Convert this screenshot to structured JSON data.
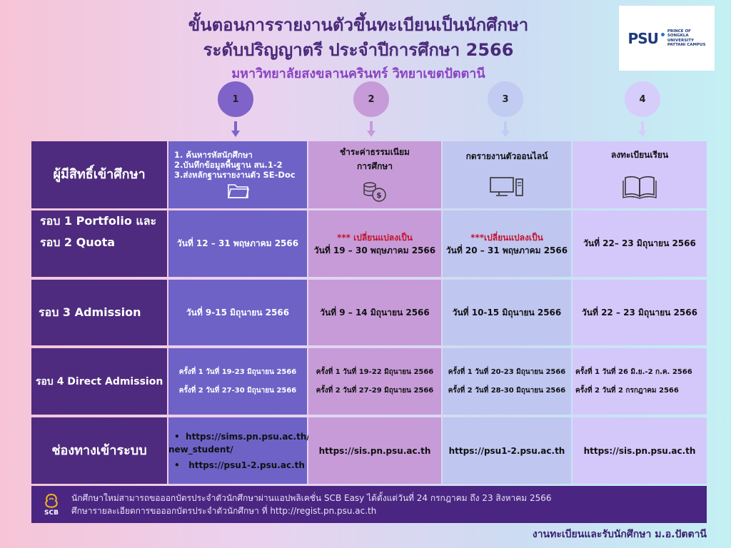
{
  "header": {
    "title_line1": "ขั้นตอนการรายงานตัวขึ้นทะเบียนเป็นนักศึกษา",
    "title_line2": "ระดับปริญญาตรี ประจำปีการศึกษา 2566",
    "subtitle": "มหาวิทยาลัยสงขลานครินทร์ วิทยาเขตปัตตานี"
  },
  "logo": {
    "mark": "PSU",
    "text_lines": [
      "PRINCE OF",
      "SONGKLA",
      "UNIVERSITY",
      "PATTANI CAMPUS"
    ]
  },
  "steps": [
    {
      "label": "1",
      "color": "#7f63c9"
    },
    {
      "label": "2",
      "color": "#c79bd8"
    },
    {
      "label": "3",
      "color": "#c2cbf1"
    },
    {
      "label": "4",
      "color": "#d6cdfb"
    }
  ],
  "header_row": {
    "label": "ผู้มีสิทธิ์เข้าศึกษา",
    "col1_lines": [
      "1. ค้นหารหัสนักศึกษา",
      "2.บันทึกข้อมูลพื้นฐาน สน.1-2",
      "3.ส่งหลักฐานรายงานตัว SE-Doc"
    ],
    "col2_lines": [
      "ชำระค่าธรรมเนียม",
      "การศึกษา"
    ],
    "col3": "กดรายงานตัวออนไลน์",
    "col4": "ลงทะเบียนเรียน"
  },
  "round12": {
    "label_line1": "รอบ 1 Portfolio และ",
    "label_line2": "รอบ 2 Quota",
    "col1": "วันที่ 12 – 31 พฤษภาคม 2566",
    "col2_note": "*** เปลี่ยนแปลงเป็น",
    "col2": "วันที่ 19 – 30 พฤษภาคม 2566",
    "col3_note": "***เปลี่ยนแปลงเป็น",
    "col3": "วันที่ 20 – 31 พฤษภาคม 2566",
    "col4": "วันที่ 22– 23 มิถุนายน 2566"
  },
  "round3": {
    "label": "รอบ 3  Admission",
    "col1": "วันที่ 9-15 มิถุนายน 2566",
    "col2": "วันที่ 9 – 14 มิถุนายน 2566",
    "col3": "วันที่ 10-15 มิถุนายน 2566",
    "col4": "วันที่ 22 – 23 มิถุนายน 2566"
  },
  "round4": {
    "label": "รอบ 4 Direct Admission",
    "col1": [
      "ครั้งที่ 1 วันที่ 19-23 มิถุนายน 2566",
      "ครั้งที่ 2 วันที่ 27-30 มิถุนายน 2566"
    ],
    "col2": [
      "ครั้งที่ 1 วันที่ 19-22 มิถุนายน 2566",
      "ครั้งที่ 2 วันที่ 27-29 มิถุนายน 2566"
    ],
    "col3": [
      "ครั้งที่ 1 วันที่ 20-23 มิถุนายน 2566",
      "ครั้งที่ 2 วันที่ 28-30 มิถุนายน 2566"
    ],
    "col4": [
      "ครั้งที่ 1 วันที่ 26 มิ.ย.-2 ก.ค. 2566",
      "ครั้งที่ 2 วันที่ 2 กรกฎาคม 2566"
    ]
  },
  "access": {
    "label": "ช่องทางเข้าระบบ",
    "col1_link1_a": "https://sims.pn.psu.ac.th/",
    "col1_link1_b": "new_student/",
    "col1_link2": "https://psu1-2.psu.ac.th",
    "col2": "https://sis.pn.psu.ac.th",
    "col3": "https://psu1-2.psu.ac.th",
    "col4": "https://sis.pn.psu.ac.th"
  },
  "footer": {
    "bank": "SCB",
    "line1": "นักศึกษาใหม่สามารถขอออกบัตรประจำตัวนักศึกษาผ่านแอปพลิเคชั่น SCB Easy ได้ตั้งแต่วันที่ 24 กรกฎาคม ถึง 23 สิงหาคม 2566",
    "line2": "ศึกษารายละเอียดการขอออกบัตรประจำตัวนักศึกษา ที่  http://regist.pn.psu.ac.th"
  },
  "credit": "งานทะเบียนและรับนักศึกษา ม.อ.ปัตตานี"
}
